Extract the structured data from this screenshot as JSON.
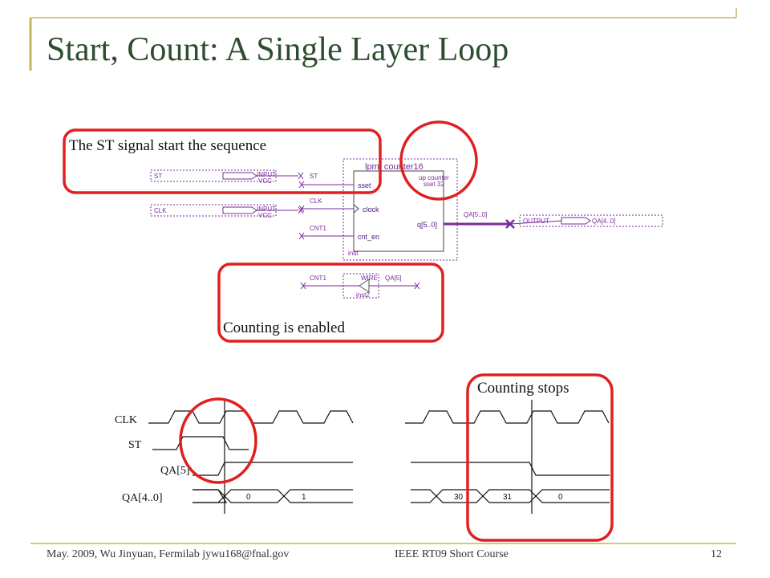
{
  "slide": {
    "title": "Start, Count: A Single Layer Loop",
    "footer_left": "May. 2009, Wu Jinyuan, Fermilab jywu168@fnal.gov",
    "footer_center": "IEEE RT09 Short Course",
    "page_number": "12"
  },
  "callouts": {
    "st_start": "The ST signal start the sequence",
    "count_enabled": "Counting is enabled",
    "count_stops": "Counting stops"
  },
  "schematic": {
    "in_st_label": "ST",
    "in_st_type": "INPUT",
    "in_st_vcc": "VCC",
    "in_clk_label": "CLK",
    "in_clk_type": "INPUT",
    "in_clk_vcc": "VCC",
    "net_st": "ST",
    "net_clk": "CLK",
    "net_cnt1": "CNT1",
    "block_name": "lpm_counter16",
    "block_desc1": "up counter",
    "block_desc2": "sset 32",
    "port_sset": "sset",
    "port_clock": "clock",
    "port_cnt_en": "cnt_en",
    "port_q": "q[5..0]",
    "block_inst": "inst",
    "bus_out": "QA[5..0]",
    "out_type": "OUTPUT",
    "out_label": "QA[4..0]",
    "wire_in": "CNT1",
    "wire_type": "WIRE",
    "wire_out": "QA[5]",
    "wire_inst": "inst2"
  },
  "timing": {
    "sig_clk": "CLK",
    "sig_st": "ST",
    "sig_qa5": "QA[5]",
    "sig_qa40": "QA[4..0]",
    "bus_v0": "0",
    "bus_v1": "1",
    "bus_v30": "30",
    "bus_v31": "31",
    "bus_v0b": "0"
  },
  "colors": {
    "title": "#2e4d2e",
    "accent_frame": "#c8b45a",
    "callout": "#e02020",
    "schematic_text": "#7a2a9a",
    "bus": "#7a2a9a"
  }
}
